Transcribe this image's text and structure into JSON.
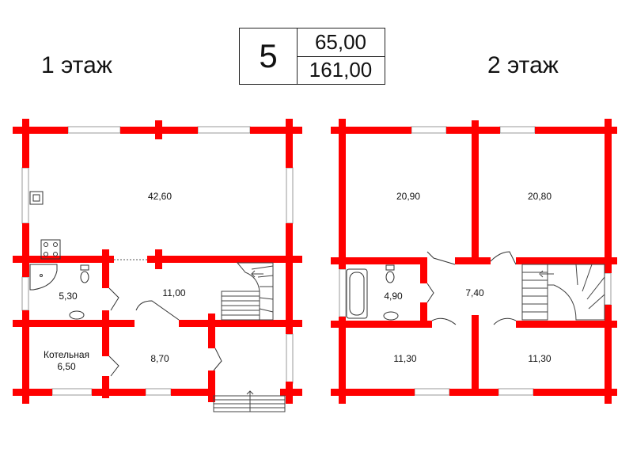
{
  "header": {
    "floor1_title": "1 этаж",
    "floor2_title": "2 этаж",
    "project_number": "5",
    "value_top": "65,00",
    "value_bottom": "161,00"
  },
  "floor1": {
    "rooms": {
      "living": "42,60",
      "bath": "5,30",
      "hall": "11,00",
      "boiler_name": "Котельная",
      "boiler_area": "6,50",
      "vestibule": "8,70"
    }
  },
  "floor2": {
    "rooms": {
      "bedroom_nw": "20,90",
      "bedroom_ne": "20,80",
      "bath": "4,90",
      "hall": "7,40",
      "bedroom_sw": "11,30",
      "bedroom_se": "11,30"
    }
  },
  "colors": {
    "wall": "#ff0000",
    "line": "#333333",
    "window": "#b0b0b0"
  }
}
